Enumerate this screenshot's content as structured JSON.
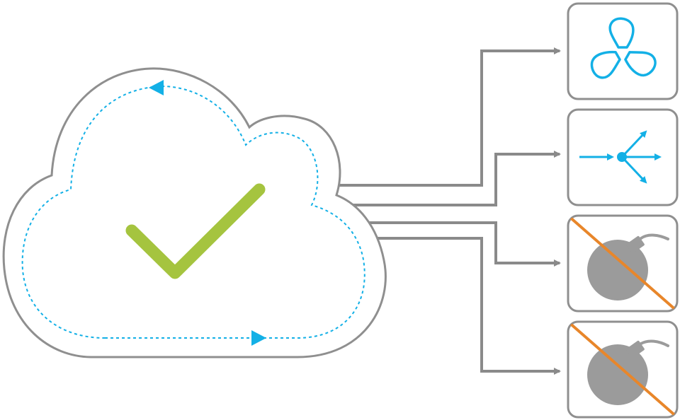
{
  "colors": {
    "outline": "#8f8f8f",
    "connector": "#8a8a8a",
    "accent_blue": "#13b0e6",
    "check_green": "#a5c43f",
    "bomb_gray": "#9b9b9b",
    "strike_orange": "#e8862a"
  },
  "cloud": {
    "icon": "cloud-icon",
    "status_icon": "checkmark-icon",
    "loop_indicator": "circular-dotted-arrows"
  },
  "outputs": [
    {
      "icon": "fan-icon",
      "state": "active"
    },
    {
      "icon": "branching-arrows-icon",
      "state": "active"
    },
    {
      "icon": "bomb-icon",
      "state": "blocked"
    },
    {
      "icon": "bomb-icon",
      "state": "blocked"
    }
  ]
}
